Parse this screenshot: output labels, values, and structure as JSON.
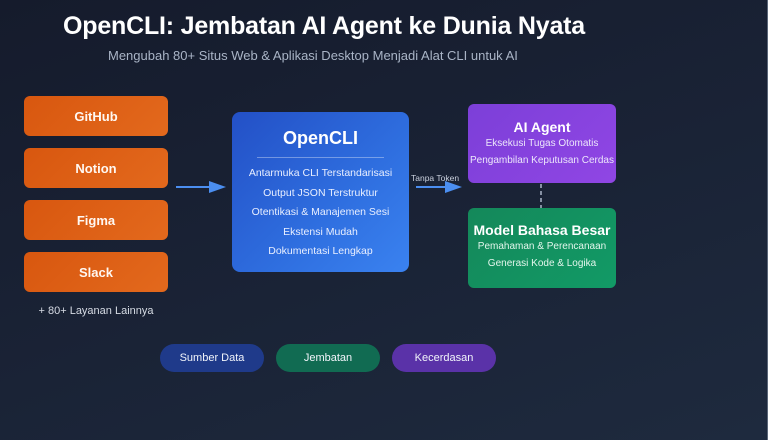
{
  "header": {
    "title": "OpenCLI: Jembatan AI Agent ke Dunia Nyata",
    "subtitle": "Mengubah 80+ Situs Web & Aplikasi Desktop Menjadi Alat CLI untuk AI"
  },
  "sources": {
    "items": [
      {
        "label": "GitHub"
      },
      {
        "label": "Notion"
      },
      {
        "label": "Figma"
      },
      {
        "label": "Slack"
      }
    ],
    "more_label": "+ 80+ Layanan Lainnya",
    "color": "#e0621a"
  },
  "core": {
    "title": "OpenCLI",
    "features": [
      "Antarmuka CLI Terstandarisasi",
      "Output JSON Terstruktur",
      "Otentikasi & Manajemen Sesi",
      "Ekstensi Mudah",
      "Dokumentasi Lengkap"
    ],
    "color": "#2f6fe0"
  },
  "connector": {
    "label": "Tanpa Token",
    "arrow_color": "#4b8ef0"
  },
  "agent": {
    "title": "AI Agent",
    "features": [
      "Eksekusi Tugas Otomatis",
      "Pengambilan Keputusan Cerdas"
    ],
    "color": "#8a44e0"
  },
  "llm": {
    "title": "Model Bahasa Besar",
    "features": [
      "Pemahaman & Perencanaan",
      "Generasi Kode & Logika"
    ],
    "color": "#13915f"
  },
  "legend": {
    "items": [
      {
        "label": "Sumber Data",
        "color": "#1f3a8a"
      },
      {
        "label": "Jembatan",
        "color": "#116b52"
      },
      {
        "label": "Kecerdasan",
        "color": "#5a32a8"
      }
    ]
  }
}
